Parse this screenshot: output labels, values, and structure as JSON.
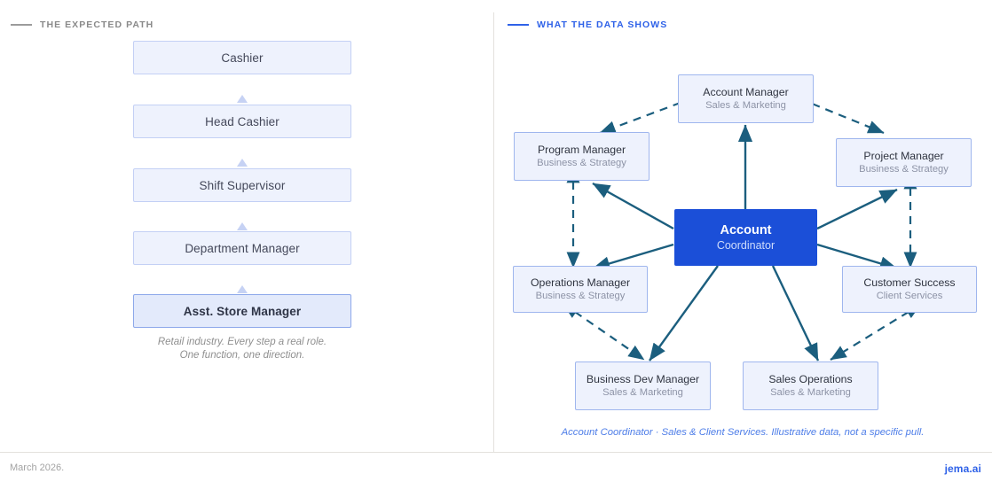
{
  "left_panel": {
    "eyebrow": "THE EXPECTED PATH",
    "steps": [
      {
        "label": "Cashier"
      },
      {
        "label": "Head Cashier"
      },
      {
        "label": "Shift Supervisor"
      },
      {
        "label": "Department Manager"
      },
      {
        "label": "Asst. Store Manager"
      }
    ],
    "note_line1": "Retail industry. Every step a real role.",
    "note_line2": "One function, one direction."
  },
  "right_panel": {
    "eyebrow": "WHAT THE DATA SHOWS",
    "center": {
      "role": "Account",
      "family": "Coordinator"
    },
    "nodes": [
      {
        "role": "Account Manager",
        "family": "Sales & Marketing"
      },
      {
        "role": "Program Manager",
        "family": "Business & Strategy"
      },
      {
        "role": "Project Manager",
        "family": "Business & Strategy"
      },
      {
        "role": "Operations Manager",
        "family": "Business & Strategy"
      },
      {
        "role": "Customer Success",
        "family": "Client Services"
      },
      {
        "role": "Business Dev Manager",
        "family": "Sales & Marketing"
      },
      {
        "role": "Sales Operations",
        "family": "Sales & Marketing"
      }
    ],
    "note": "Account Coordinator · Sales & Client Services. Illustrative data, not a specific pull."
  },
  "footer": {
    "date": "March 2026.",
    "brand": "jema.ai"
  },
  "colors": {
    "accent_blue": "#2f62e8",
    "center_fill": "#1b4fd8",
    "node_fill": "#eef2fd",
    "node_border": "#9fb6ee",
    "edge": "#1b5e7e",
    "muted": "#8a8a8a"
  }
}
